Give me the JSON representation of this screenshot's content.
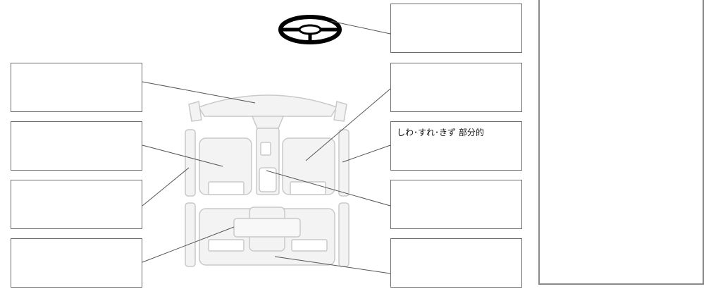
{
  "inspection_boxes": {
    "left": [
      {
        "id": "dashboard",
        "text": ""
      },
      {
        "id": "driver-seat",
        "text": ""
      },
      {
        "id": "left-door-trim",
        "text": ""
      },
      {
        "id": "rear-seat-back",
        "text": ""
      }
    ],
    "right": [
      {
        "id": "steering-wheel",
        "text": ""
      },
      {
        "id": "passenger-seat",
        "text": ""
      },
      {
        "id": "right-door-trim",
        "text": "しわ･すれ･きず 部分的"
      },
      {
        "id": "center-console",
        "text": ""
      },
      {
        "id": "rear-seat-cushion",
        "text": ""
      }
    ]
  },
  "notes_panel": {
    "text": ""
  },
  "colors": {
    "box_border": "#6a6a6a",
    "interior_line": "#c9c9c9",
    "interior_fill": "#f1f1f1",
    "leader": "#555555",
    "panel_border": "#8a8a8a"
  }
}
